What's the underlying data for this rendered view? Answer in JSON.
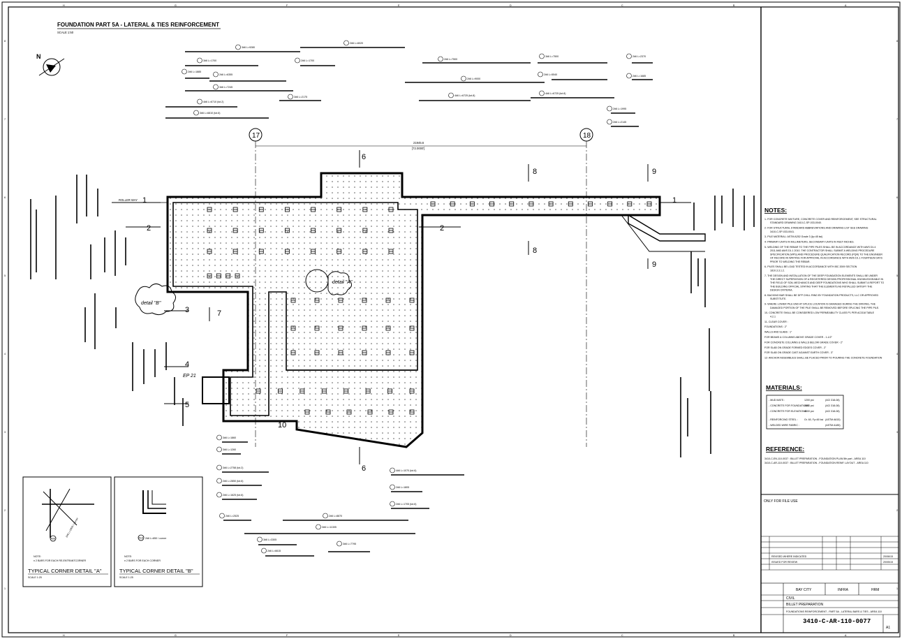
{
  "drawing": {
    "title": "FOUNDATION PART 5A - LATERAL & TIES REINFORCEMENT",
    "scale": "SCALE 1:50",
    "grid_bubbles": [
      "17",
      "18"
    ],
    "grid_dimension": "21945.6",
    "grid_dimension_sub": "[72.0000']",
    "roller_way": "ROLLER WAY",
    "section_marks": [
      "1",
      "2",
      "3",
      "4",
      "5",
      "6",
      "7",
      "8",
      "9",
      "10"
    ],
    "detail_labels": [
      "detail \"A\"",
      "detail \"B\""
    ],
    "ep_label": "EP 21",
    "bar_labels_top": [
      "3#6 L=9280",
      "2#6 L=6020",
      "3#6 L=1700",
      "2#6 L=1700",
      "2#6 L=7500",
      "3#6 L=7500",
      "2#6 L=2370",
      "2#6 L=1885",
      "2#6 L=6355",
      "2#6 L=9000",
      "2#6 L=5540",
      "2#6 L=1685",
      "3#6 L=7245",
      "3#6 L=2175",
      "4#6 L=6725 (tot.8)",
      "4#6 L=6725 (tot.8)",
      "4#6 L=6710 (tot.2)",
      "3#6 L=6810 (tot.6)",
      "2#6 L=1995",
      "2#6 L=2145"
    ],
    "bar_labels_bottom": [
      "3#6 L=1860",
      "3#6 L=1260",
      "3#6 L=2758 (tot.2)",
      "2#6 L=2850 (tot.6)",
      "2#6 L=1625 (tot.6)",
      "2#6 L=2525",
      "4#6 L=1070 (tot.6)",
      "2#6 L=1805",
      "2#6 L=1705 (tot.6)",
      "2#6 L=8870",
      "3#6 L=11305",
      "3#6 L=3305",
      "3#6 L=7795",
      "2#6 L=6615"
    ]
  },
  "corner_details": [
    {
      "title": "TYPICAL CORNER DETAIL \"A\"",
      "scale": "SCALE 1:25",
      "note_label": "NOTE:",
      "note": "n 2 BARS FOR EACH RE-ENTRANTCORNER",
      "callout": "2#6 L=1800 / corner",
      "mark": "A08"
    },
    {
      "title": "TYPICAL CORNER DETAIL \"B\"",
      "scale": "SCALE 1:25",
      "note_label": "NOTE:",
      "note": "n 2 BARS FOR EACH CORNER",
      "callout": "2#6 L=850 / corner",
      "mark": "A18"
    }
  ],
  "notes": {
    "heading": "NOTES:",
    "items": [
      "1- FOR CONCRETE MIXTURE, CONCRETE COVER AND REINFORCEMENT, SEE STRUCTURAL STANDARD DRAWING 3410-C-SP-033-0040.",
      "2- FOR STRUCTURAL STANDARD ABBREVIATIONS AND DRAWING LIST SEE DRAWING 3410-C-SP-033-0041.",
      "3- PILE MATERIAL: ASTM A252 Grade 3 (fy=45 ksi)",
      "4- PRIMARY UNITS IN MILLIMETERS, SECONDARY UNITS IN FEET-INCHES.",
      "5- WELDING OF THE REBAR TO THE PIPE PILES SHALL BE IN ACCORDANCE WITH AWS D1.4 2011 AND AWS D1.1 2010. THE CONTRACTOR SHALL SUBMIT A WELDING PROCEDURE SPECIFICATION (WPS) AND PROCEDURE QUALIFICATION RECORD (PQR) TO THE ENGINEER OF RECORD IN WRITING FOR APPROVAL IN ACCORDANCE WITH AWS D1.1 FOURTEEN DAYS PRIOR TO WELDING THE REBAR.",
      "6- PILES SHALL BE LOAD TESTED IN ACCORDANCE WITH IBC 2009 SECTION 1810.3.3.1.2.",
      "7- THE DESIGN AND INSTALLATION OF THE DEEP FOUNDATION ELEMENTS SHALL BE UNDER THE DIRECT SUPERVISION OF A REGISTERED DESIGN PROFESSIONAL KNOWLEDGEABLE IN THE FIELD OF SOIL MECHANICS AND DEEP FOUNDATIONS WHO SHALL SUBMIT A REPORT TO THE BUILDING OFFICIAL STATING THAT THE ELEMENTS AS INSTALLED SATISFY THE DESIGN CRITERIA.",
      "8- BACKING BAR SHALL BE DFP CHILL RING BY FOUNDATION PRODUCTS, LLC OR APPROVED SUBSTITUTE.",
      "9- WHERE LOWER PILE END AT SPLICE LOCATION IS DAMAGED DURING THE DRIVING, THE DAMAGED PORTION OF THE PILE SHALL BE REMOVED BEFORE SPLICING THE PIPE PILE.",
      "10- CONCRETE SHALL BE CONSIDERED LOW PERMEABILITY CLASS P1 PER ACI318 TABLE 4.2.1",
      "11- CLEAR COVER :",
      "FOUNDATIONS : 2\"",
      "WALLS AND SLABS : 1\"",
      "FOR BEAMS & COLUMNS ABOVE GRADE COVER - 1-1/2\"",
      "FOR CONCRETE COLUMNS & WALLS BELOW GRADE COVER - 2\"",
      "FOR SLAB ON GRADE FORMED EDGES COVER - 2\"",
      "FOR SLAB ON GRADE CAST AGAINST EARTH COVER - 3\"",
      "12- ANCHOR ASSEMBLIES SHALL BE PLACED PRIOR TO POURING THE CONCRETE FOUNDATION"
    ]
  },
  "materials": {
    "heading": "MATERIALS:",
    "rows": [
      [
        "- MUD MATS :",
        "1200 psi",
        "(ACI 318-08)"
      ],
      [
        "- CONCRETE FOR FOUNDATIONS",
        "4000 psi",
        "(ACI 318-08)"
      ],
      [
        "- CONCRETE FOR ELEVATIONS",
        "4000 psi",
        "(ACI 318-08)"
      ],
      [
        "- REINFORCING STEEL :",
        "Gr. 60, Fy=60 ksi",
        "(ASTM A615)"
      ],
      [
        "- WELDED WIRE FABRIC :",
        "",
        "(ASTM A185)"
      ]
    ]
  },
  "reference": {
    "heading": "REFERENCE:",
    "items": [
      "3410-C-EN-110-0037 : BILLET PREPARATION - FOUNDATION PLAN 5th part - AREA 110",
      "3410-C-AR-110-0037 : BILLET PREPARATION - FOUNDATION REINF. LAYOUT - AREA 110"
    ]
  },
  "title_block": {
    "stamp": "ONLY FOR FILE USE",
    "revisions": [
      [
        "REVISED WHERE INDICATED",
        "20/06/15"
      ],
      [
        "ISSUED FOR REVIEW",
        "20/05/15"
      ]
    ],
    "client": "BAY CITY",
    "contract": "INFRA",
    "equipment": "HRM",
    "discipline": "CIVIL",
    "project": "BILLET PREPARATION",
    "description": "FOUNDATIONS REINFORCEMENT - PART 5A - LATERAL BARS & TIES - AREA 110",
    "drawing_number": "3410-C-AR-110-0077",
    "sheet": "A1",
    "border_letters": [
      "H",
      "G",
      "F",
      "E",
      "D",
      "C",
      "B",
      "A"
    ],
    "border_numbers": [
      "8",
      "7",
      "6",
      "5",
      "4",
      "3",
      "2",
      "1"
    ]
  }
}
